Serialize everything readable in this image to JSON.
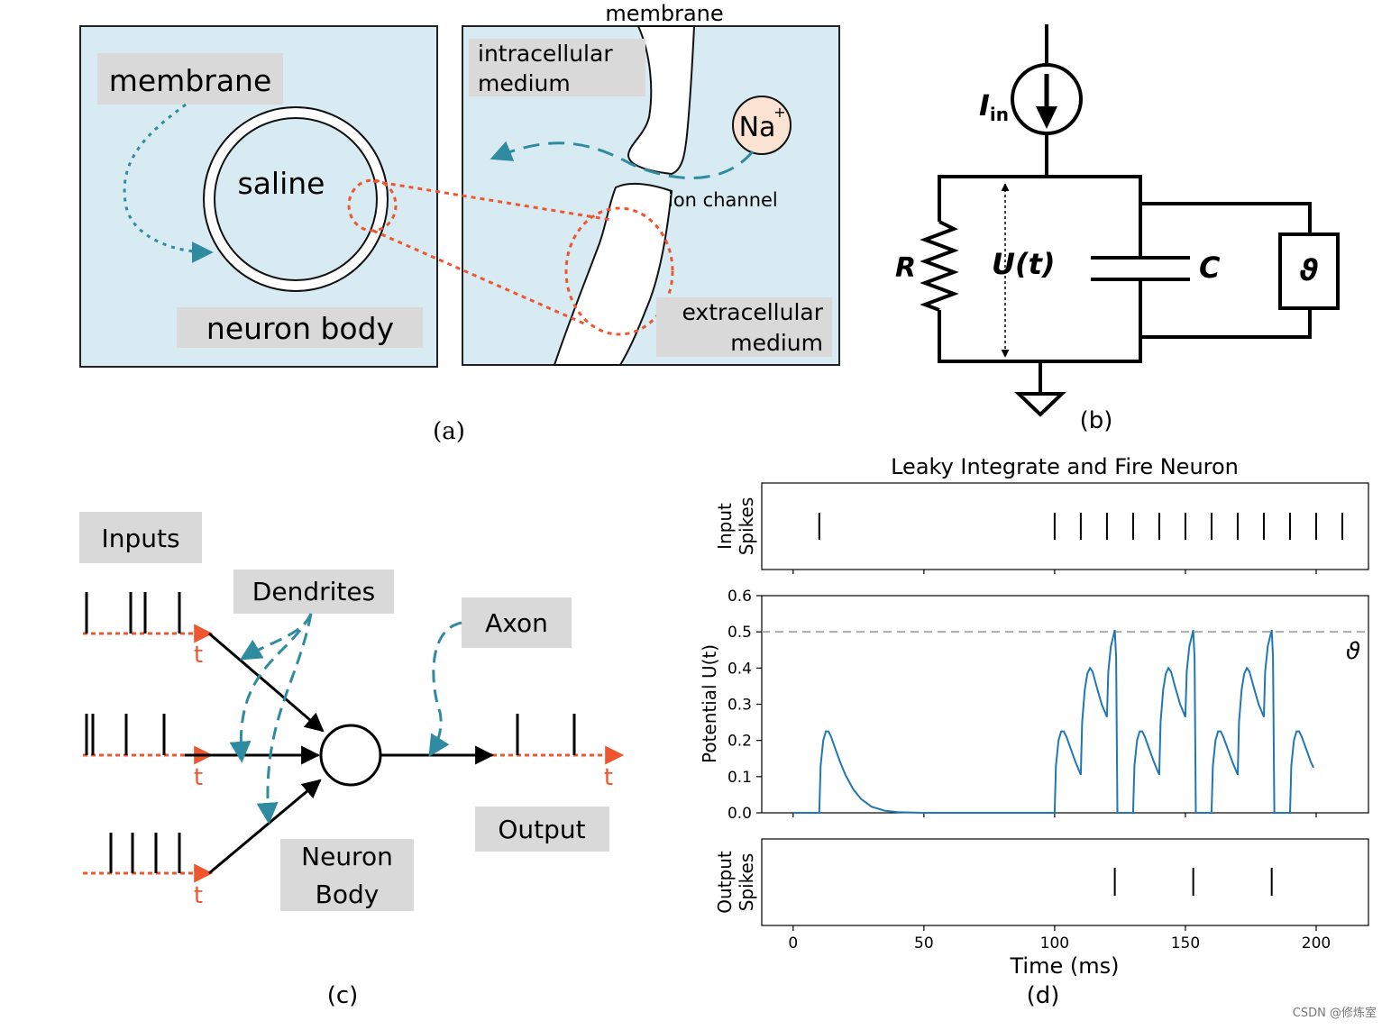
{
  "panel_a": {
    "membrane_label": "membrane",
    "saline_label": "saline",
    "neuron_body_label": "neuron body",
    "top_membrane_label": "membrane",
    "intracellular_line1": "intracellular",
    "intracellular_line2": "medium",
    "na_label": "Na",
    "na_charge": "+",
    "ion_channel_label": "ion channel",
    "extracellular_line1": "extracellular",
    "extracellular_line2": "medium",
    "caption": "(a)",
    "colors": {
      "background": "#d8ebf2",
      "red_dashed": "#ef5630",
      "teal_dashed": "#2e8ba0",
      "ion_fill": "#fbe3d3",
      "label_box": "#d9d9d9"
    }
  },
  "panel_b": {
    "current_symbol": "I",
    "current_subscript": "in",
    "resistor_label": "R",
    "voltage_label": "U(t)",
    "capacitor_label": "C",
    "threshold_label": "ϑ",
    "caption": "(b)"
  },
  "panel_c": {
    "inputs_label": "Inputs",
    "dendrites_label": "Dendrites",
    "axon_label": "Axon",
    "neuron_body_line1": "Neuron",
    "neuron_body_line2": "Body",
    "output_label": "Output",
    "time_label": "t",
    "caption": "(c)",
    "colors": {
      "time_axis": "#ef5630",
      "annotation": "#2e8ba0"
    }
  },
  "panel_d": {
    "title": "Leaky Integrate and Fire Neuron",
    "input_ylabel_line1": "Input",
    "input_ylabel_line2": "Spikes",
    "potential_ylabel": "Potential U(t)",
    "output_ylabel_line1": "Output",
    "output_ylabel_line2": "Spikes",
    "xlabel": "Time (ms)",
    "threshold_symbol": "ϑ",
    "caption": "(d)"
  },
  "chart_data": [
    {
      "type": "scatter",
      "title": "Leaky Integrate and Fire Neuron",
      "ylabel": "Input Spikes",
      "x": [
        10,
        100,
        110,
        120,
        130,
        140,
        150,
        160,
        170,
        180,
        190,
        200,
        210
      ],
      "xlim": [
        -12,
        220
      ],
      "marker": "vertical tick"
    },
    {
      "type": "line",
      "xlabel": "",
      "ylabel": "Potential U(t)",
      "xlim": [
        -12,
        220
      ],
      "ylim": [
        0.0,
        0.6
      ],
      "yticks": [
        0.0,
        0.1,
        0.2,
        0.3,
        0.4,
        0.5,
        0.6
      ],
      "threshold": 0.5,
      "threshold_label": "ϑ",
      "series": [
        {
          "color": "#1f77b4",
          "x": [
            0,
            10,
            10.5,
            11.5,
            12.5,
            13.5,
            14.5,
            16,
            18,
            20,
            23,
            26,
            30,
            35,
            40,
            45,
            50,
            60,
            80,
            100,
            100.5,
            101.5,
            102.5,
            103.5,
            104.5,
            106,
            108,
            110,
            110.5,
            111.5,
            112.5,
            113.5,
            114.5,
            116,
            118,
            120,
            120.5,
            121.5,
            122.5,
            123,
            123.5,
            124,
            125,
            126,
            130,
            130.5,
            131.5,
            132.5,
            133.5,
            134.5,
            136,
            138,
            140,
            140.5,
            141.5,
            142.5,
            143.5,
            144.5,
            146,
            148,
            150,
            150.5,
            151.5,
            152.5,
            153,
            153.5,
            154,
            155,
            156,
            160,
            160.5,
            161.5,
            162.5,
            163.5,
            164.5,
            166,
            168,
            170,
            170.5,
            171.5,
            172.5,
            173.5,
            174.5,
            176,
            178,
            180,
            180.5,
            181.5,
            182.5,
            183,
            183.5,
            184,
            185,
            186,
            190,
            190.5,
            191.5,
            192.5,
            193.5,
            194.5,
            196,
            198,
            199
          ],
          "y": [
            0,
            0,
            0.13,
            0.2,
            0.225,
            0.225,
            0.21,
            0.18,
            0.14,
            0.105,
            0.065,
            0.038,
            0.017,
            0.006,
            0.002,
            0.001,
            0,
            0,
            0,
            0,
            0.13,
            0.2,
            0.225,
            0.225,
            0.21,
            0.18,
            0.14,
            0.105,
            0.25,
            0.34,
            0.385,
            0.4,
            0.39,
            0.35,
            0.3,
            0.265,
            0.39,
            0.46,
            0.49,
            0.505,
            0.43,
            0,
            0,
            0,
            0,
            0.13,
            0.2,
            0.225,
            0.225,
            0.21,
            0.18,
            0.14,
            0.105,
            0.25,
            0.34,
            0.385,
            0.4,
            0.39,
            0.35,
            0.3,
            0.265,
            0.39,
            0.46,
            0.49,
            0.505,
            0.43,
            0,
            0,
            0,
            0,
            0.13,
            0.2,
            0.225,
            0.225,
            0.21,
            0.18,
            0.14,
            0.105,
            0.25,
            0.34,
            0.385,
            0.4,
            0.39,
            0.35,
            0.3,
            0.265,
            0.39,
            0.46,
            0.49,
            0.505,
            0.43,
            0,
            0,
            0,
            0,
            0.13,
            0.2,
            0.225,
            0.225,
            0.21,
            0.18,
            0.14,
            0.125
          ]
        }
      ]
    },
    {
      "type": "scatter",
      "xlabel": "Time (ms)",
      "ylabel": "Output Spikes",
      "x": [
        123,
        153,
        183
      ],
      "xlim": [
        -12,
        220
      ],
      "xticks": [
        0,
        50,
        100,
        150,
        200
      ],
      "marker": "vertical tick"
    }
  ],
  "watermark": "CSDN @修炼室"
}
